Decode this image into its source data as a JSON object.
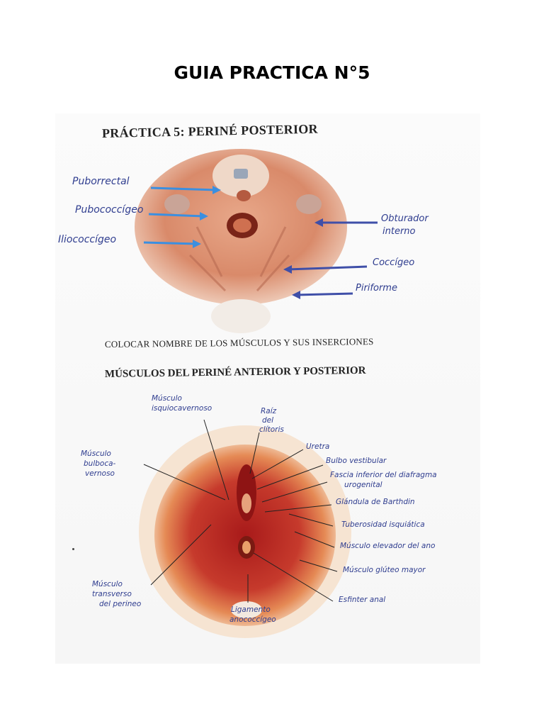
{
  "page": {
    "title": "GUIA PRACTICA N°5"
  },
  "section1": {
    "heading": "PRÁCTICA 5: PERINÉ POSTERIOR",
    "labels": {
      "puborrectal": "Puborrectal",
      "pubococcigeo": "Pubococcígeo",
      "iliococcigeo": "Iliococcígeo",
      "obturador": "Obturador",
      "obturador_2": "interno",
      "coccigeo": "Coccígeo",
      "piriforme": "Piriforme"
    }
  },
  "section2": {
    "instruction": "COLOCAR NOMBRE DE LOS MÚSCULOS Y SUS INSERCIONES",
    "heading": "MÚSCULOS DEL PERINÉ ANTERIOR Y POSTERIOR",
    "labels": {
      "isquio_1": "Músculo",
      "isquio_2": "isquiocavernoso",
      "raiz_1": "Raíz",
      "raiz_2": "del",
      "raiz_3": "clítoris",
      "uretra": "Uretra",
      "bulbo_vest": "Bulbo vestibular",
      "fascia_1": "Fascia inferior del diafragma",
      "fascia_2": "urogenital",
      "glandula": "Glándula de Barthdin",
      "tuberosidad": "Tuberosidad isquiática",
      "elevador": "Músculo elevador del ano",
      "gluteo": "Músculo glúteo mayor",
      "esfinter": "Esfinter anal",
      "ligamento_1": "Ligamento",
      "ligamento_2": "anococcígeo",
      "transverso_1": "Músculo",
      "transverso_2": "transverso",
      "transverso_3": "del perineo",
      "bulbocav_1": "Músculo",
      "bulbocav_2": "bulboca-",
      "bulbocav_3": "vernoso"
    }
  },
  "colors": {
    "arrow_light": "#3b8fe0",
    "arrow_dark": "#3f4fa8",
    "ink": "#2f3d8f",
    "muscle": "#c0392b"
  }
}
